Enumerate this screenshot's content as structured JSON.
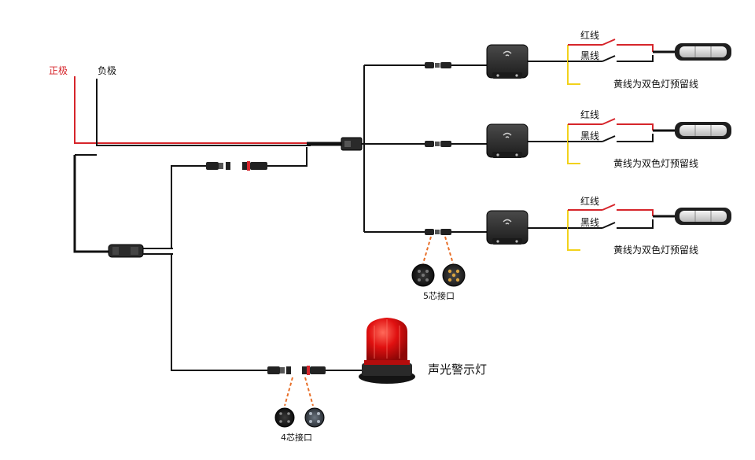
{
  "power": {
    "positive_label": "正极",
    "negative_label": "负极"
  },
  "outputs": [
    {
      "red_label": "红线",
      "black_label": "黑线",
      "yellow_label": "黄线为双色灯预留线"
    },
    {
      "red_label": "红线",
      "black_label": "黑线",
      "yellow_label": "黄线为双色灯预留线"
    },
    {
      "red_label": "红线",
      "black_label": "黑线",
      "yellow_label": "黄线为双色灯预留线"
    }
  ],
  "connectors": {
    "five_pin_label": "5芯接口",
    "four_pin_label": "4芯接口"
  },
  "beacon": {
    "label": "声光警示灯"
  },
  "colors": {
    "wire_black": "#111111",
    "wire_red": "#d6252b",
    "wire_yellow": "#f2d21b",
    "dash_orange": "#e8702a",
    "device_dark": "#2a2a2a",
    "beacon_red": "#e01010"
  }
}
